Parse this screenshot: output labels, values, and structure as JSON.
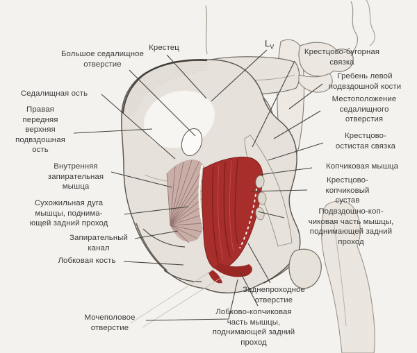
{
  "diagram_title": "",
  "labels": {
    "krestets": {
      "text": "Крестец"
    },
    "bolshoe_sedalishchnoe_otverstie": {
      "text": "Большое седалищное\nотверстие"
    },
    "sedalishchnaya_ost": {
      "text": "Седалищная ость"
    },
    "pravaya_perednyaya_verkhnyaya_podvzdoshnaya_ost": {
      "text": "Правая\nпередняя\nверхняя\nподвздошная\nость"
    },
    "vnutrennyaya_zapiratelnaya_myshtsa": {
      "text": "Внутренняя\nзапирательная\nмышца"
    },
    "sukhozhilnaya_duga": {
      "text": "Сухожильная дуга\nмышцы, поднима-\nющей задний проход"
    },
    "zapiratelnyy_kanal": {
      "text": "Запирательный\nканал"
    },
    "lobkovaya_kost": {
      "text": "Лобковая кость"
    },
    "mochepolovoe_otverstie": {
      "text": "Мочеполовое\nотверстие"
    },
    "krestsovo_bugornaya_svyazka": {
      "text": "Крестцово-бугорная\nсвязка"
    },
    "greben_levoy_podvzdoshnoy_kosti": {
      "text": "Гребень левой\nподвздошной кости"
    },
    "mestopolozhenie_sedalishchnogo_otverstiya": {
      "text": "Местоположение\nседалищного\nотверстия"
    },
    "krestsovo_ostistaya_svyazka": {
      "text": "Крестцово-\nостистая связка"
    },
    "kopchikovaya_myshtsa": {
      "text": "Копчиковая мышца"
    },
    "krestsovo_kopchikovyy_sustav": {
      "text": "Крестцово-\nкопчиковый\nсустав"
    },
    "podvzdoshno_kopchikovaya_chast": {
      "text": "Подвздошно-коп-\nчиковая часть мышцы,\nподнимающей задний\nпроход"
    },
    "zadneprokhodnoe_otverstie": {
      "text": "Заднепроходное\nотверстие"
    },
    "lobkovo_kopchikovaya_chast": {
      "text": "Лобково-копчиковая\nчасть мышцы,\nподнимающей задний\nпроход"
    }
  },
  "lv_label": {
    "main": "L",
    "sub": "V"
  },
  "colors": {
    "paper": "#f4f2ee",
    "bone": "#e8e4dd",
    "bone_shadow": "#6e675f",
    "muscle_red": "#a72e2b",
    "muscle_red_dark": "#7a1d1c",
    "muscle_pink": "#c9aea8",
    "leader_line": "#45423e",
    "label_text": "#3a3a3a"
  }
}
